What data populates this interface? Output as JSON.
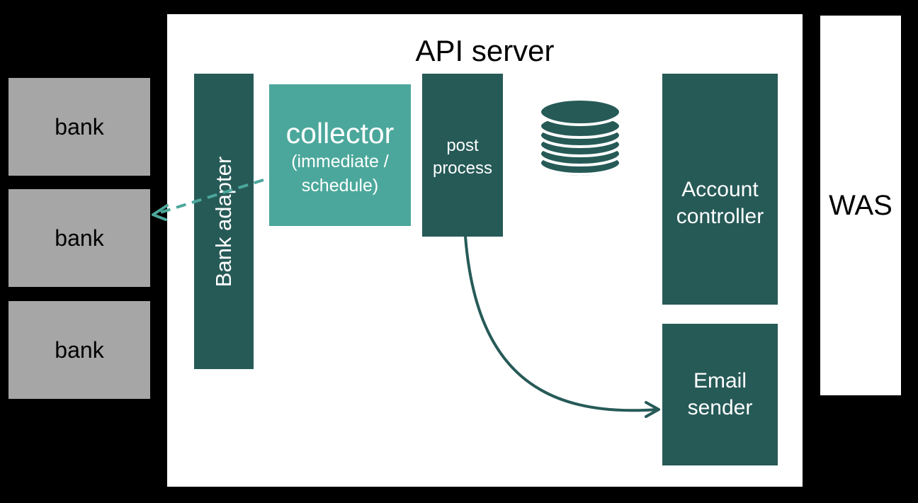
{
  "banks": [
    {
      "label": "bank"
    },
    {
      "label": "bank"
    },
    {
      "label": "bank"
    }
  ],
  "api_server": {
    "title": "API server",
    "bank_adapter": "Bank adapter",
    "collector": {
      "title": "collector",
      "subtitle_line1": "(immediate /",
      "subtitle_line2": "schedule)"
    },
    "post_process": {
      "line1": "post",
      "line2": "process"
    },
    "database_icon": "database-icon",
    "account_controller": {
      "line1": "Account",
      "line2": "controller"
    },
    "email_sender": {
      "line1": "Email",
      "line2": "sender"
    }
  },
  "was": {
    "label": "WAS"
  },
  "colors": {
    "background": "#000000",
    "bank_fill": "#a6a6a6",
    "dark_teal": "#265a57",
    "light_teal": "#4ba79b",
    "white": "#ffffff"
  }
}
